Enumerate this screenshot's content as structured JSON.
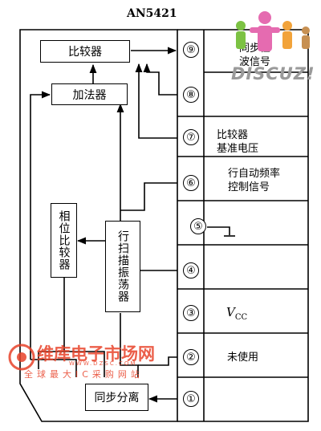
{
  "chip_name": "AN5421",
  "blocks": {
    "comparator": "比较器",
    "adder": "加法器",
    "phase_comparator": "相位比较器",
    "line_oscillator": "行扫描振荡器",
    "sync_separator": "同步分离"
  },
  "pins": [
    {
      "num": "⑨",
      "desc": "同步检\n波信号"
    },
    {
      "num": "⑧",
      "desc": ""
    },
    {
      "num": "⑦",
      "desc": "比较器\n基准电压"
    },
    {
      "num": "⑥",
      "desc": "行自动频率\n控制信号"
    },
    {
      "num": "⑤",
      "desc": ""
    },
    {
      "num": "④",
      "desc": ""
    },
    {
      "num": "③",
      "desc": ""
    },
    {
      "num": "②",
      "desc": "未使用"
    },
    {
      "num": "①",
      "desc": ""
    }
  ],
  "vcc": {
    "main": "V",
    "sub": "CC"
  },
  "watermarks": {
    "discuz": "DISCUZ!",
    "weiku_brand": "维库电子市场网",
    "weiku_url": "WWW.DZSC.COM",
    "weiku_slogan": "全球最大IC采购网站"
  },
  "colors": {
    "line": "#000000",
    "wm_red": "#e8432a",
    "wm_gray": "#9a9a9a",
    "wm_pink": "#e56bb0",
    "wm_green": "#7cc243",
    "wm_orange": "#f2a33a"
  }
}
